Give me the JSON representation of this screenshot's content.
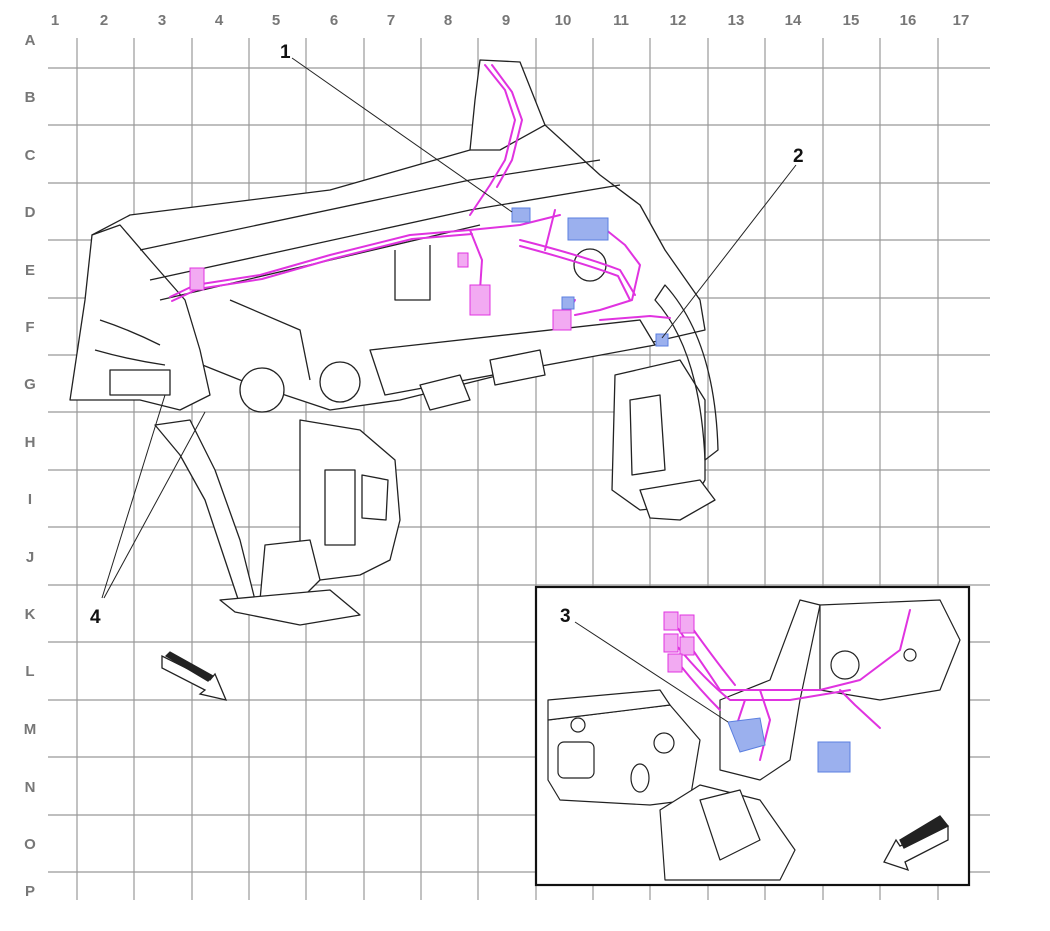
{
  "grid": {
    "columns": [
      "1",
      "2",
      "3",
      "4",
      "5",
      "6",
      "7",
      "8",
      "9",
      "10",
      "11",
      "12",
      "13",
      "14",
      "15",
      "16",
      "17"
    ],
    "rows": [
      "A",
      "B",
      "C",
      "D",
      "E",
      "F",
      "G",
      "H",
      "I",
      "J",
      "K",
      "L",
      "M",
      "N",
      "O",
      "P"
    ]
  },
  "callouts": [
    {
      "label": "1"
    },
    {
      "label": "2"
    },
    {
      "label": "3"
    },
    {
      "label": "4"
    }
  ],
  "colors": {
    "grid_line": "#999999",
    "grid_label": "#777777",
    "part_outline": "#222222",
    "harness": "#e033e0",
    "connector": "#5b7fe0"
  },
  "icons": [
    "direction-arrow-icon",
    "direction-arrow-icon"
  ]
}
